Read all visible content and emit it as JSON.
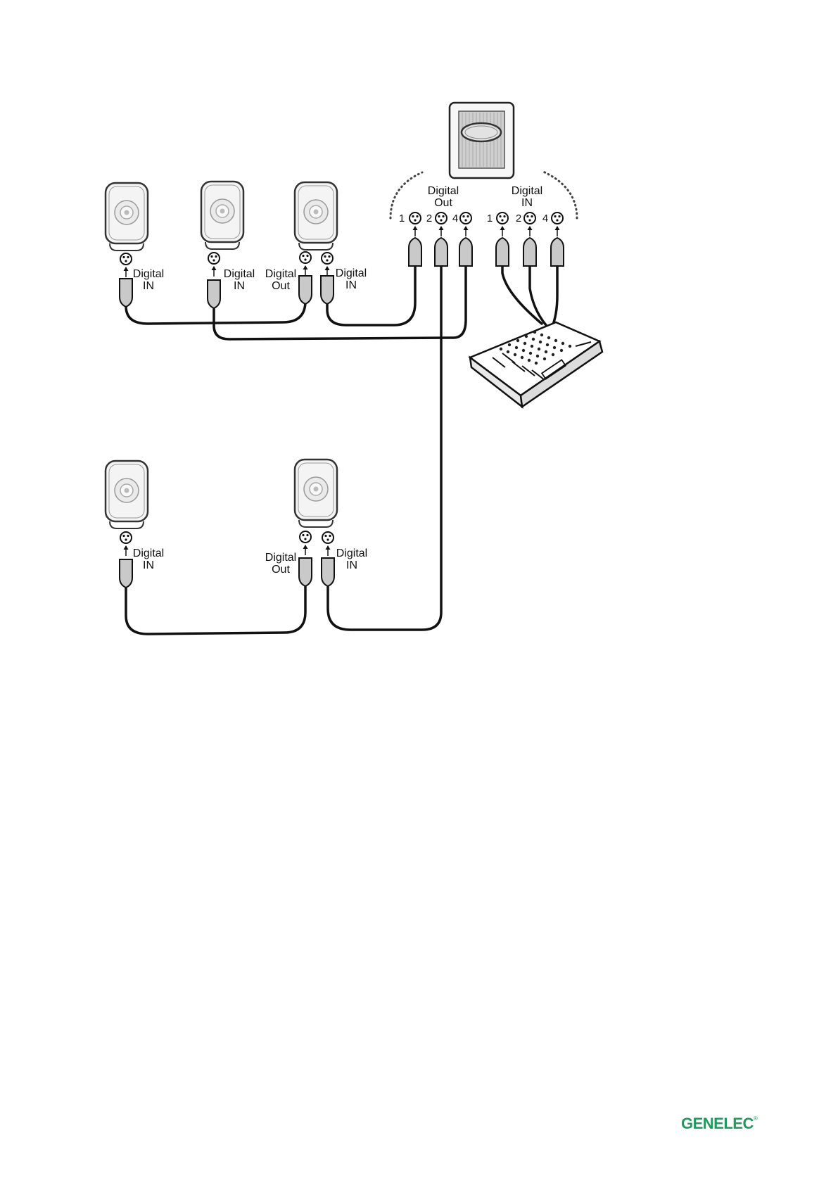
{
  "labels": {
    "digital_in": [
      "Digital",
      "IN"
    ],
    "digital_out": [
      "Digital",
      "Out"
    ]
  },
  "sub_ports": {
    "out_numbers": [
      "1",
      "2",
      "4"
    ],
    "in_numbers": [
      "1",
      "2",
      "4"
    ]
  },
  "logo": {
    "text": "GENELEC",
    "mark": "®"
  },
  "colors": {
    "brand": "#1f9b5b",
    "plug": "#c9c9c9",
    "cable": "#111111"
  }
}
